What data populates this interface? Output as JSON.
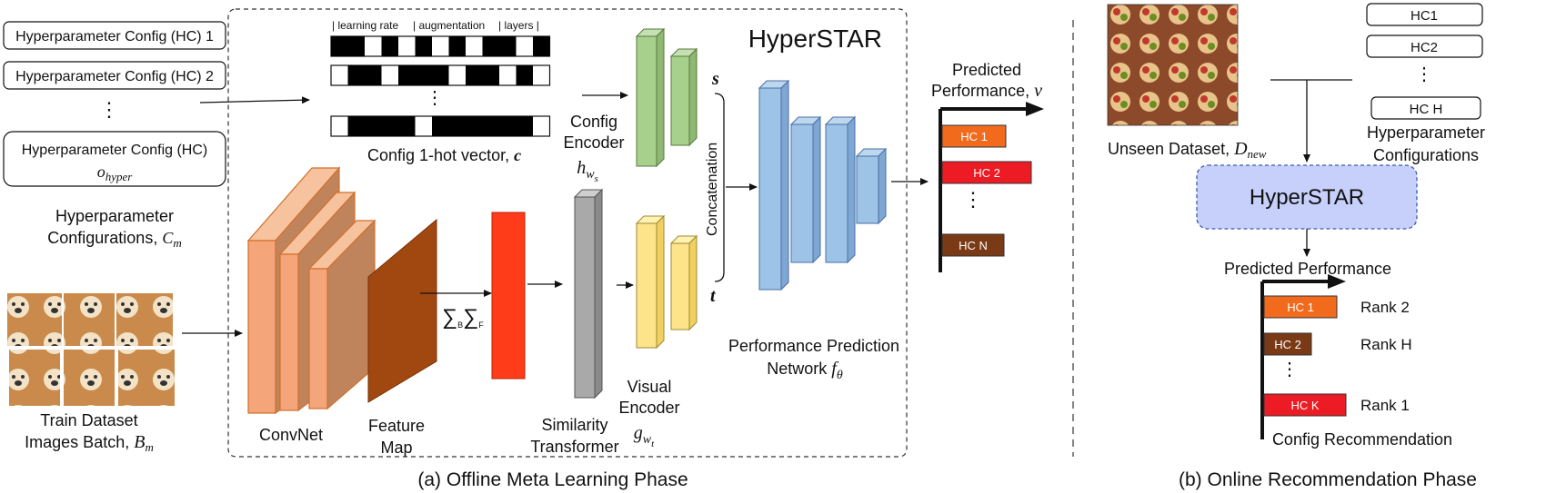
{
  "offline": {
    "caption": "(a) Offline Meta Learning Phase",
    "hc_boxes": [
      "Hyperparameter Config (HC) 1",
      "Hyperparameter Config (HC) 2"
    ],
    "hc_dots": "⋮",
    "hc_general_box": {
      "line1": "Hyperparameter Config (HC)",
      "line2_sym": "o",
      "line2_sub": "hyper"
    },
    "hc_configs_label": {
      "line1": "Hyperparameter",
      "line2": "Configurations, ",
      "sym": "C",
      "sub": "m"
    },
    "onehot": {
      "headers": [
        "| learning rate",
        "| augmentation",
        "| layers |"
      ],
      "caption": "Config 1-hot vector, ",
      "caption_sym": "c",
      "dots": "⋮"
    },
    "title": "HyperSTAR",
    "config_encoder": {
      "line1": "Config",
      "line2": "Encoder",
      "sym": "h",
      "sub": "w",
      "subsub": "s"
    },
    "s_label": "s",
    "t_label": "t",
    "concat_label": "Concatenation",
    "sum_label": "∑",
    "sum_sub1": "B",
    "sum_sub2": "F",
    "convnet_label": "ConvNet",
    "feature_map": {
      "line1": "Feature",
      "line2": "Map"
    },
    "similarity": {
      "line1": "Similarity",
      "line2": "Transformer"
    },
    "visual_encoder": {
      "line1": "Visual",
      "line2": "Encoder",
      "sym": "g",
      "sub": "w",
      "subsub": "t"
    },
    "perf_network": {
      "line1": "Performance Prediction",
      "line2": "Network ",
      "sym": "f",
      "sub": "θ"
    },
    "predicted": {
      "line1": "Predicted",
      "line2": "Performance, ",
      "sym": "v"
    },
    "bars": [
      {
        "label": "HC 1",
        "color": "#f26b1d"
      },
      {
        "label": "HC 2",
        "color": "#ed1c24"
      },
      {
        "label": "HC N",
        "color": "#7a3a16"
      }
    ],
    "bars_dots": "⋮",
    "train_label": {
      "line1": "Train Dataset",
      "line2": "Images Batch, ",
      "sym": "B",
      "sub": "m"
    }
  },
  "online": {
    "caption": "(b) Online Recommendation Phase",
    "unseen": {
      "text": "Unseen Dataset, ",
      "sym": "D",
      "sub": "new"
    },
    "hc_boxes": [
      "HC1",
      "HC2",
      "HC H"
    ],
    "hc_dots": "⋮",
    "hc_label": {
      "line1": "Hyperparameter",
      "line2": "Configurations"
    },
    "hyperstar": "HyperSTAR",
    "predicted": "Predicted Performance",
    "bars": [
      {
        "label": "HC 1",
        "rank": "Rank 2",
        "color": "#f26b1d"
      },
      {
        "label": "HC 2",
        "rank": "Rank H",
        "color": "#7a3a16"
      },
      {
        "label": "HC K",
        "rank": "Rank 1",
        "color": "#ed1c24"
      }
    ],
    "bars_dots": "⋮",
    "recommend": "Config Recommendation"
  },
  "colors": {
    "convnet": "#f4a57a",
    "feature_map": "#a0480f",
    "similarity_red": "#ff3c1a",
    "transformer_gray": "#a9a9a9",
    "config_green": "#a8d08d",
    "visual_yellow": "#fde38a",
    "network_blue": "#9dc3e6",
    "hyperstar_box": "#c7cffb"
  }
}
